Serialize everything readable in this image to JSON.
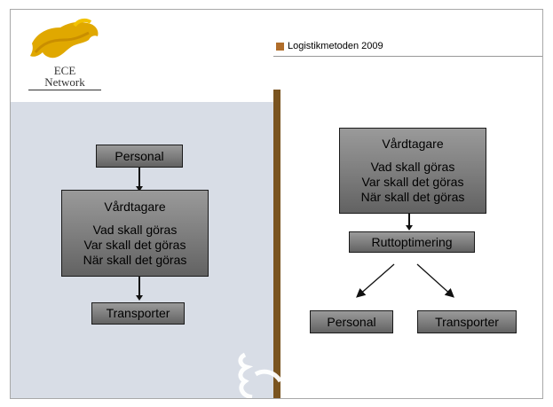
{
  "header": {
    "title": "Logistikmetoden  2009"
  },
  "logo": {
    "line1": "ECE",
    "line2": "Network"
  },
  "left_flow": {
    "personal": "Personal",
    "vardtagare": {
      "title": "Vårdtagare",
      "lines": [
        "Vad skall göras",
        "Var skall det göras",
        "När skall det göras"
      ]
    },
    "transporter": "Transporter"
  },
  "right_flow": {
    "vardtagare": {
      "title": "Vårdtagare",
      "lines": [
        "Vad skall göras",
        "Var skall det göras",
        "När skall det göras"
      ]
    },
    "ruttoptimering": "Ruttoptimering",
    "personal": "Personal",
    "transporter": "Transporter"
  },
  "colors": {
    "accent_brown": "#7a5420",
    "bullet": "#b06d2a",
    "left_panel": "#d8dde6",
    "logo_gold": "#e0a800"
  }
}
